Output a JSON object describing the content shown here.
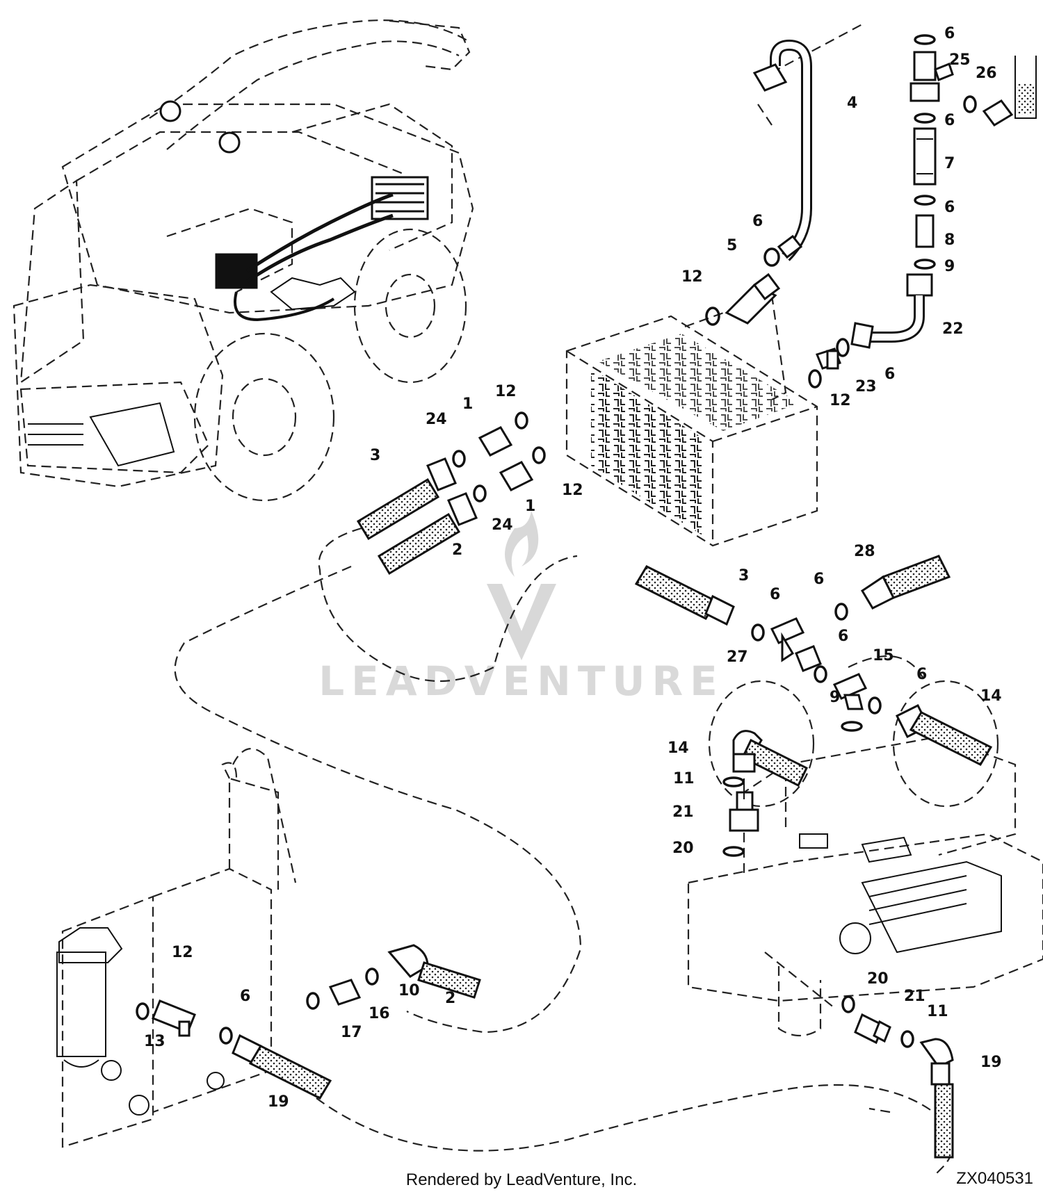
{
  "diagram_id": "ZX040531",
  "footer": "Rendered by LeadVenture, Inc.",
  "watermark": "LEADVENTURE",
  "callouts": [
    "1",
    "1",
    "2",
    "2",
    "3",
    "3",
    "4",
    "5",
    "6",
    "6",
    "6",
    "6",
    "6",
    "6",
    "6",
    "6",
    "6",
    "6",
    "7",
    "8",
    "9",
    "9",
    "10",
    "11",
    "11",
    "12",
    "12",
    "12",
    "12",
    "12",
    "13",
    "14",
    "14",
    "15",
    "16",
    "17",
    "19",
    "19",
    "20",
    "20",
    "21",
    "21",
    "22",
    "23",
    "24",
    "24",
    "25",
    "26",
    "27",
    "28"
  ]
}
